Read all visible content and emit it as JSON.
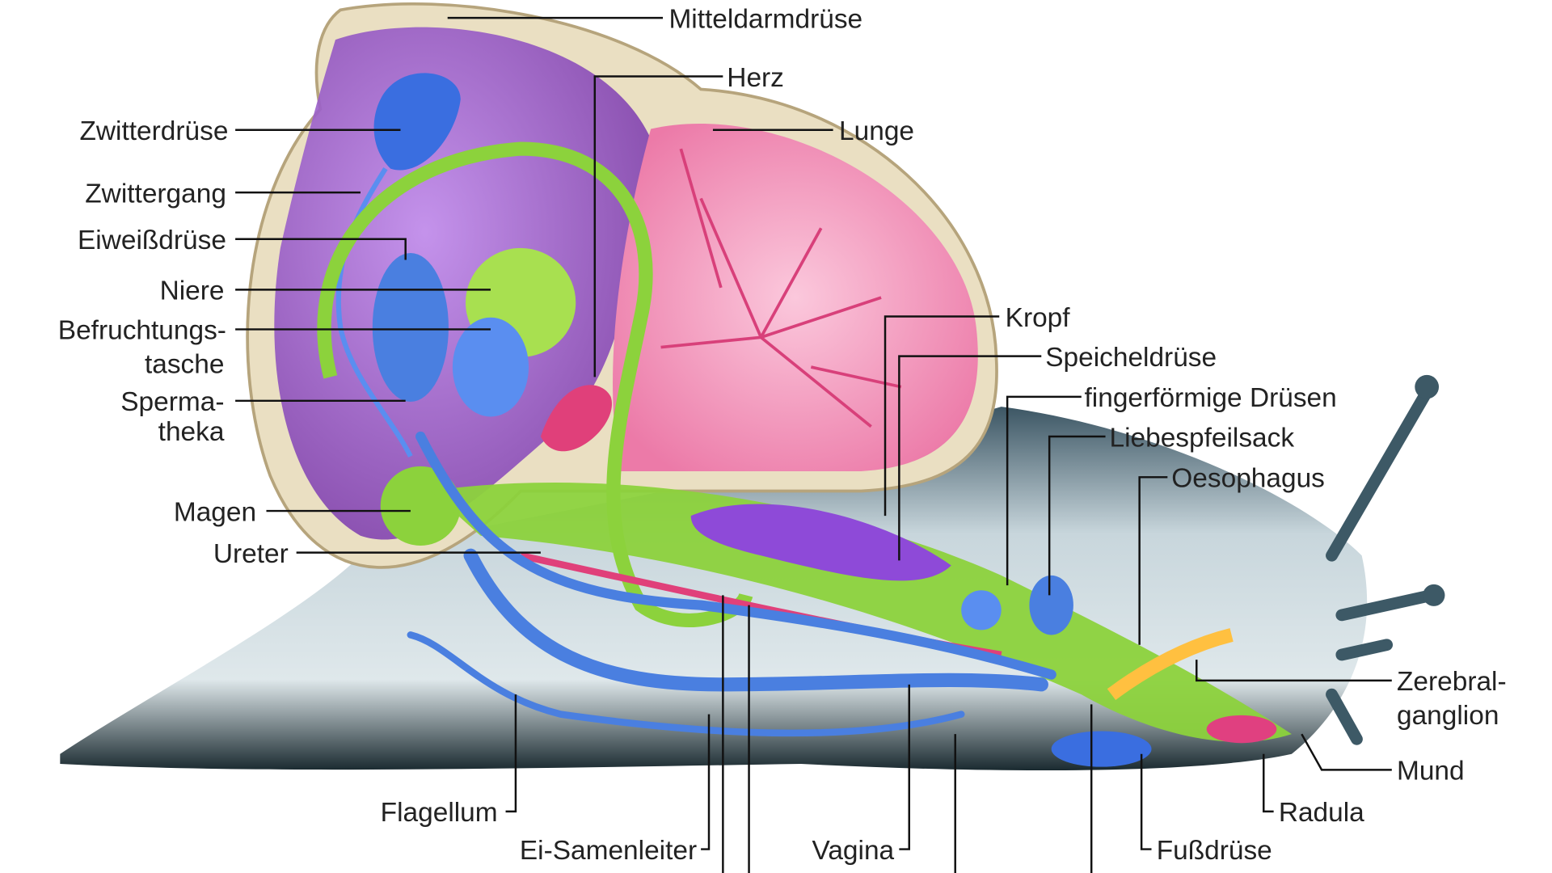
{
  "labels": {
    "mitteldarmdruese": "Mitteldarmdrüse",
    "herz": "Herz",
    "lunge": "Lunge",
    "zwitterdruese": "Zwitterdrüse",
    "zwittergang": "Zwittergang",
    "eiweissdruese": "Eiweißdrüse",
    "niere": "Niere",
    "befruchtungstasche_1": "Befruchtungs-",
    "befruchtungstasche_2": "tasche",
    "spermatheka_1": "Sperma-",
    "spermatheka_2": "theka",
    "magen": "Magen",
    "ureter": "Ureter",
    "kropf": "Kropf",
    "speicheldruese": "Speicheldrüse",
    "fingerfoermige_druesen": "fingerförmige Drüsen",
    "liebespfeilsack": "Liebespfeilsack",
    "oesophagus": "Oesophagus",
    "zerebralganglion_1": "Zerebral-",
    "zerebralganglion_2": "ganglion",
    "mund": "Mund",
    "radula": "Radula",
    "fussdruese": "Fußdrüse",
    "vagina": "Vagina",
    "ei_samenleiter": "Ei-Samenleiter",
    "flagellum": "Flagellum"
  },
  "colors": {
    "shell": "#e9dcc0",
    "digestive_gland": "#9a55c8",
    "lung": "#f08cb4",
    "reproductive": "#4a7fe0",
    "digestive_tract": "#8cd23c",
    "body": "#5a7585",
    "ganglion": "#ffc040"
  }
}
